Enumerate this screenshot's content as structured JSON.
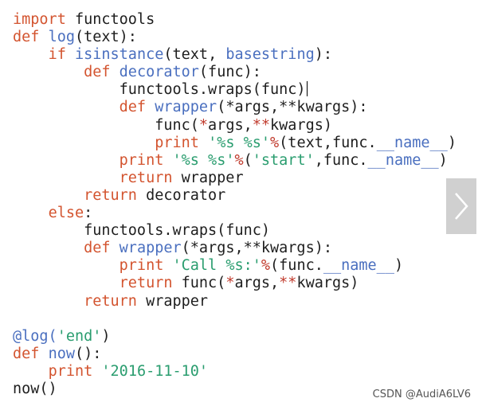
{
  "code": {
    "lines": [
      [
        {
          "t": "import",
          "c": "kw"
        },
        {
          "t": " functools",
          "c": ""
        }
      ],
      [
        {
          "t": "def",
          "c": "kw"
        },
        {
          "t": " ",
          "c": ""
        },
        {
          "t": "log",
          "c": "fn"
        },
        {
          "t": "(text):",
          "c": ""
        }
      ],
      [
        {
          "t": "    ",
          "c": ""
        },
        {
          "t": "if",
          "c": "kw"
        },
        {
          "t": " ",
          "c": ""
        },
        {
          "t": "isinstance",
          "c": "fn"
        },
        {
          "t": "(text, ",
          "c": ""
        },
        {
          "t": "basestring",
          "c": "fn"
        },
        {
          "t": "):",
          "c": ""
        }
      ],
      [
        {
          "t": "        ",
          "c": ""
        },
        {
          "t": "def",
          "c": "kw"
        },
        {
          "t": " ",
          "c": ""
        },
        {
          "t": "decorator",
          "c": "fn"
        },
        {
          "t": "(func):",
          "c": ""
        }
      ],
      [
        {
          "t": "            functools.wraps(func)",
          "c": ""
        }
      ],
      [
        {
          "t": "            ",
          "c": ""
        },
        {
          "t": "def",
          "c": "kw"
        },
        {
          "t": " ",
          "c": ""
        },
        {
          "t": "wrapper",
          "c": "fn"
        },
        {
          "t": "(*args,**kwargs):",
          "c": ""
        }
      ],
      [
        {
          "t": "                func(",
          "c": ""
        },
        {
          "t": "*",
          "c": "op"
        },
        {
          "t": "args,",
          "c": ""
        },
        {
          "t": "**",
          "c": "op"
        },
        {
          "t": "kwargs)",
          "c": ""
        }
      ],
      [
        {
          "t": "                ",
          "c": ""
        },
        {
          "t": "print",
          "c": "kw"
        },
        {
          "t": " ",
          "c": ""
        },
        {
          "t": "'%s %s'",
          "c": "str"
        },
        {
          "t": "%",
          "c": "op"
        },
        {
          "t": "(text,func.",
          "c": ""
        },
        {
          "t": "__name__",
          "c": "fn"
        },
        {
          "t": ")",
          "c": ""
        }
      ],
      [
        {
          "t": "            ",
          "c": ""
        },
        {
          "t": "print",
          "c": "kw"
        },
        {
          "t": " ",
          "c": ""
        },
        {
          "t": "'%s %s'",
          "c": "str"
        },
        {
          "t": "%",
          "c": "op"
        },
        {
          "t": "(",
          "c": ""
        },
        {
          "t": "'start'",
          "c": "str"
        },
        {
          "t": ",func.",
          "c": ""
        },
        {
          "t": "__name__",
          "c": "fn"
        },
        {
          "t": ")",
          "c": ""
        }
      ],
      [
        {
          "t": "            ",
          "c": ""
        },
        {
          "t": "return",
          "c": "kw"
        },
        {
          "t": " wrapper",
          "c": ""
        }
      ],
      [
        {
          "t": "        ",
          "c": ""
        },
        {
          "t": "return",
          "c": "kw"
        },
        {
          "t": " decorator",
          "c": ""
        }
      ],
      [
        {
          "t": "    ",
          "c": ""
        },
        {
          "t": "else",
          "c": "kw"
        },
        {
          "t": ":",
          "c": ""
        }
      ],
      [
        {
          "t": "        functools.wraps(func)",
          "c": ""
        }
      ],
      [
        {
          "t": "        ",
          "c": ""
        },
        {
          "t": "def",
          "c": "kw"
        },
        {
          "t": " ",
          "c": ""
        },
        {
          "t": "wrapper",
          "c": "fn"
        },
        {
          "t": "(*args,**kwargs):",
          "c": ""
        }
      ],
      [
        {
          "t": "            ",
          "c": ""
        },
        {
          "t": "print",
          "c": "kw"
        },
        {
          "t": " ",
          "c": ""
        },
        {
          "t": "'Call %s:'",
          "c": "str"
        },
        {
          "t": "%",
          "c": "op"
        },
        {
          "t": "(func.",
          "c": ""
        },
        {
          "t": "__name__",
          "c": "fn"
        },
        {
          "t": ")",
          "c": ""
        }
      ],
      [
        {
          "t": "            ",
          "c": ""
        },
        {
          "t": "return",
          "c": "kw"
        },
        {
          "t": " func(",
          "c": ""
        },
        {
          "t": "*",
          "c": "op"
        },
        {
          "t": "args,",
          "c": ""
        },
        {
          "t": "**",
          "c": "op"
        },
        {
          "t": "kwargs)",
          "c": ""
        }
      ],
      [
        {
          "t": "        ",
          "c": ""
        },
        {
          "t": "return",
          "c": "kw"
        },
        {
          "t": " wrapper",
          "c": ""
        }
      ],
      [],
      [
        {
          "t": "@log(",
          "c": "fn"
        },
        {
          "t": "'end'",
          "c": "str"
        },
        {
          "t": ")",
          "c": ""
        }
      ],
      [
        {
          "t": "def",
          "c": "kw"
        },
        {
          "t": " ",
          "c": ""
        },
        {
          "t": "now",
          "c": "fn"
        },
        {
          "t": "():",
          "c": ""
        }
      ],
      [
        {
          "t": "    ",
          "c": ""
        },
        {
          "t": "print",
          "c": "kw"
        },
        {
          "t": " ",
          "c": ""
        },
        {
          "t": "'2016-11-10'",
          "c": "str"
        }
      ],
      [
        {
          "t": "now()",
          "c": ""
        }
      ]
    ],
    "cursor_line": 4
  },
  "colors": {
    "keyword": "#d3542f",
    "function": "#4a6fbf",
    "string": "#2a9d6f",
    "operator": "#c0392b",
    "text": "#1e1e1e"
  },
  "nav": {
    "next_icon": "chevron-right-icon"
  },
  "watermark": {
    "text": "CSDN @AudiA6LV6"
  }
}
